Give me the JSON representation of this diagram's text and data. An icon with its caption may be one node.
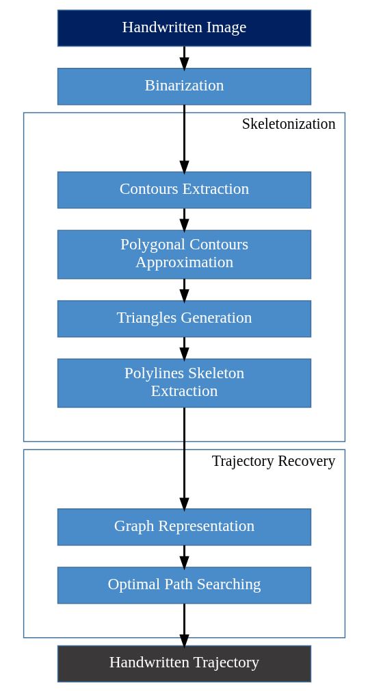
{
  "diagram": {
    "nodes": [
      {
        "text": [
          "Handwritten Image"
        ]
      },
      {
        "text": [
          "Binarization"
        ]
      },
      {
        "text": [
          "Skeletonization"
        ]
      },
      {
        "text": [
          "Contours Extraction"
        ],
        "in": 2
      },
      {
        "text": [
          "Polygonal Contours Approximation"
        ],
        "in": 2
      },
      {
        "text": [
          "Triangles Generation"
        ],
        "in": 2
      },
      {
        "text": [
          "Polylines Skeleton Extraction"
        ],
        "in": 2
      },
      {
        "text": [
          "Trajectory Recovery"
        ]
      },
      {
        "text": [
          "Graph Representation"
        ],
        "in": 7
      },
      {
        "text": [
          "Optimal Path Searching"
        ],
        "in": 7
      },
      {
        "text": [
          "Handwritten Trajectory"
        ]
      }
    ],
    "edges": [
      {
        "from": 0,
        "to": 1,
        "arrow": "to"
      },
      {
        "from": 1,
        "to": 3,
        "arrow": "to"
      },
      {
        "from": 3,
        "to": 4,
        "arrow": "to"
      },
      {
        "from": 4,
        "to": 5,
        "arrow": "to"
      },
      {
        "from": 5,
        "to": 6,
        "arrow": "to"
      },
      {
        "from": 6,
        "to": 8,
        "arrow": "to"
      },
      {
        "from": 8,
        "to": 9,
        "arrow": "to"
      },
      {
        "from": 9,
        "to": 10,
        "arrow": "to"
      }
    ]
  }
}
